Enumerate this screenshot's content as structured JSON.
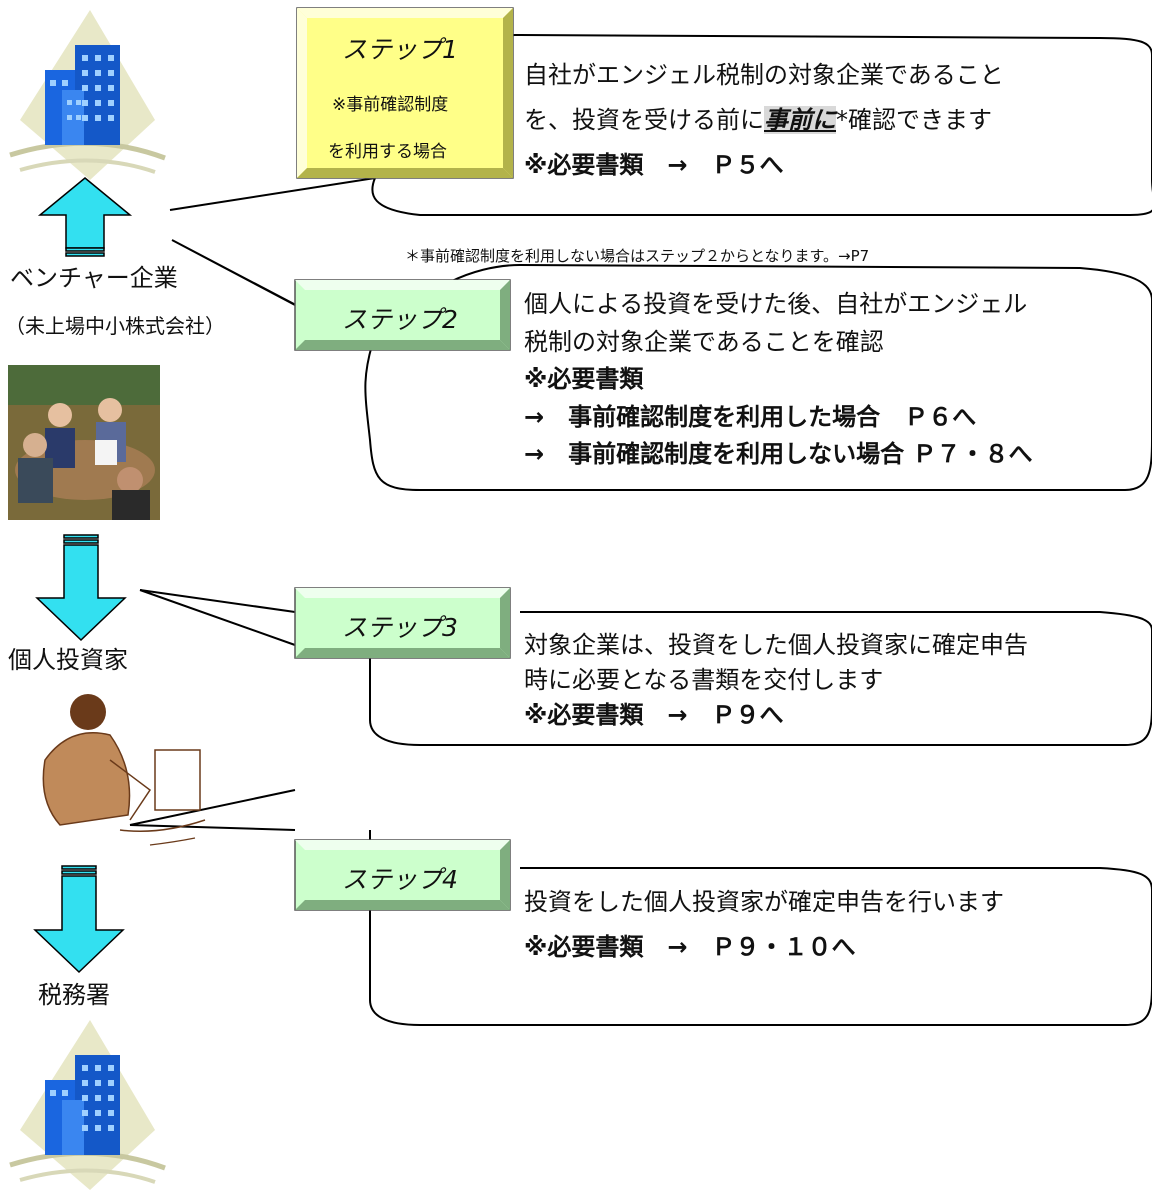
{
  "left_column": {
    "venture_label": "ベンチャー企業",
    "venture_sub": "（未上場中小株式会社）",
    "investor_label": "個人投資家",
    "tax_label": "税務署"
  },
  "step1": {
    "title": "ステップ1",
    "sub1": "※事前確認制度",
    "sub2": "を利用する場合",
    "line1": "自社がエンジェル税制の対象企業であること",
    "line2_pre": "を、投資を受ける前に",
    "line2_emph": "事前に",
    "line2_post": "*確認できます",
    "required": "※必要書類　→　Ｐ５へ"
  },
  "note": "＊事前確認制度を利用しない場合はステップ２からとなります。→P7",
  "step2": {
    "title": "ステップ2",
    "line1": "個人による投資を受けた後、自社がエンジェル",
    "line2": "税制の対象企業であることを確認",
    "required": "※必要書類",
    "item1": "→　事前確認制度を利用した場合　Ｐ６へ",
    "item2": "→　事前確認制度を利用しない場合 Ｐ７・８へ"
  },
  "step3": {
    "title": "ステップ3",
    "line1": "対象企業は、投資をした個人投資家に確定申告",
    "line2": "時に必要となる書類を交付します",
    "required": "※必要書類　→　Ｐ９へ"
  },
  "step4": {
    "title": "ステップ4",
    "line1": "投資をした個人投資家が確定申告を行います",
    "required": "※必要書類　→　Ｐ９・１０へ"
  },
  "colors": {
    "arrow": "#33e0f0",
    "step1_box": "#ffff88",
    "step_box": "#ccffcc",
    "building_blue": "#1a66e0",
    "building_bg": "#e8e8c8"
  }
}
